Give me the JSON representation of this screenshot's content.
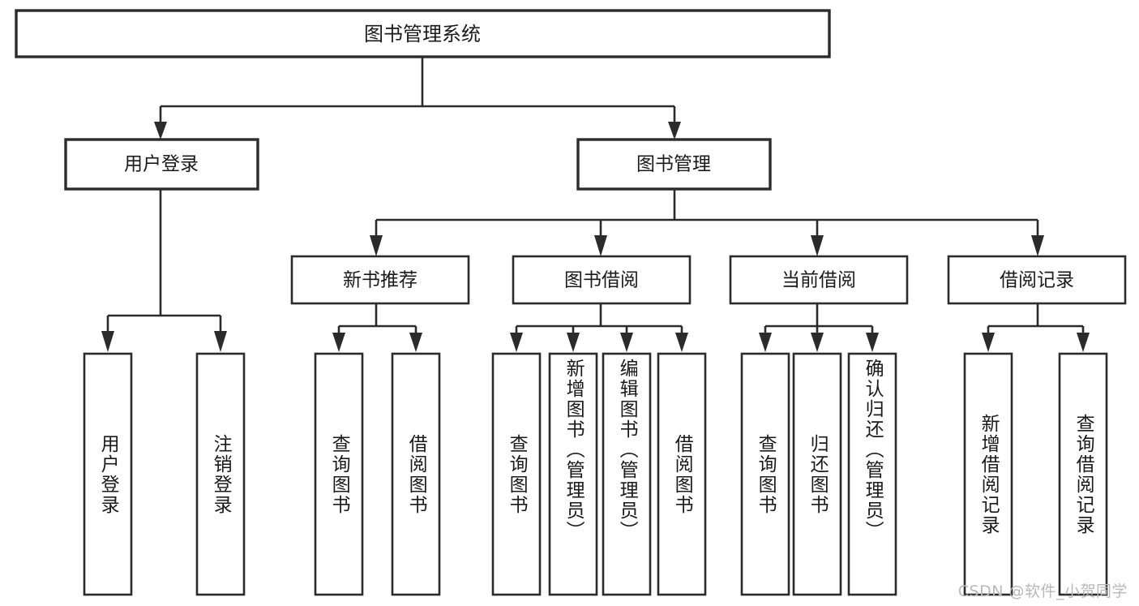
{
  "diagram": {
    "type": "tree",
    "title": "图书管理系统",
    "orientation": "top-down",
    "colors": {
      "stroke": "#2b2b2b",
      "fill": "#ffffff",
      "text": "#1a1a1a",
      "watermark": "#b9b9b9",
      "background": "#ffffff"
    },
    "root": {
      "label": "图书管理系统"
    },
    "level2": [
      {
        "label": "用户登录"
      },
      {
        "label": "图书管理"
      }
    ],
    "level3": [
      {
        "label": "新书推荐"
      },
      {
        "label": "图书借阅"
      },
      {
        "label": "当前借阅"
      },
      {
        "label": "借阅记录"
      }
    ],
    "leaves": {
      "user_login": [
        {
          "label": "用户登录"
        },
        {
          "label": "注销登录"
        }
      ],
      "new_book_recommend": [
        {
          "label": "查询图书"
        },
        {
          "label": "借阅图书"
        }
      ],
      "book_borrow": [
        {
          "label": "查询图书"
        },
        {
          "label": "新增图书（管理员）"
        },
        {
          "label": "编辑图书（管理员）"
        },
        {
          "label": "借阅图书"
        }
      ],
      "current_borrow": [
        {
          "label": "查询图书"
        },
        {
          "label": "归还图书"
        },
        {
          "label": "确认归还（管理员）"
        }
      ],
      "borrow_record": [
        {
          "label": "新增借阅记录"
        },
        {
          "label": "查询借阅记录"
        }
      ]
    }
  },
  "watermark": {
    "text": "CSDN @软件_小贺同学"
  }
}
